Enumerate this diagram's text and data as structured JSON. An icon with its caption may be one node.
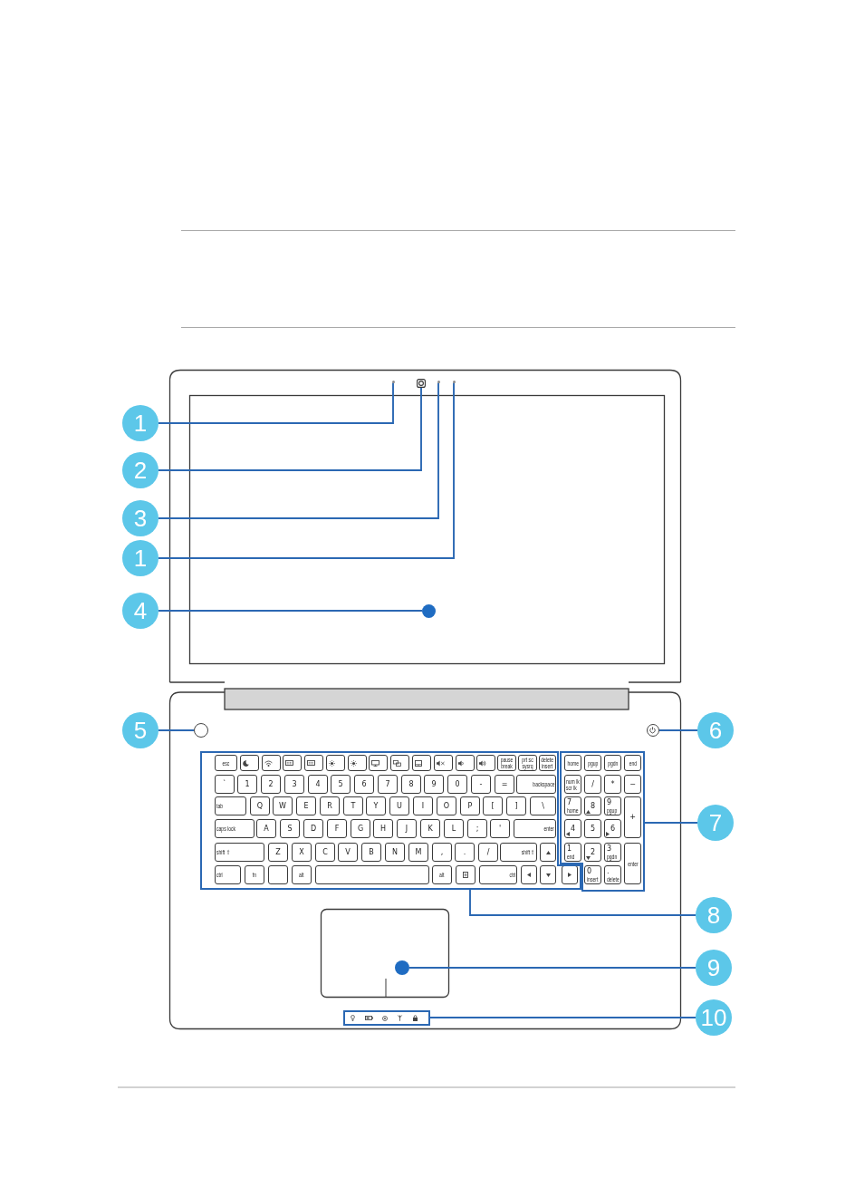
{
  "diagram": {
    "nodes": [
      {
        "text": [
          "1"
        ]
      },
      {
        "text": [],
        "shape": "circle"
      },
      {
        "text": [
          "2"
        ]
      },
      {
        "text": [],
        "shape": "box"
      },
      {
        "text": [
          "3"
        ]
      },
      {
        "text": [],
        "shape": "circle"
      },
      {
        "text": [
          "1"
        ]
      },
      {
        "text": [],
        "shape": "circle"
      },
      {
        "text": [
          "4"
        ]
      },
      {
        "text": [],
        "shape": "circle"
      },
      {
        "text": [
          "5"
        ]
      },
      {
        "text": [],
        "shape": "circle"
      },
      {
        "text": [
          "6"
        ]
      },
      {
        "text": [],
        "shape": "circle"
      },
      {
        "text": [
          "7"
        ]
      },
      {
        "text": [],
        "shape": "box"
      },
      {
        "text": [
          "8"
        ]
      },
      {
        "text": [],
        "shape": "box"
      },
      {
        "text": [
          "9"
        ]
      },
      {
        "text": [],
        "shape": "circle"
      },
      {
        "text": [
          "10"
        ]
      },
      {
        "text": [],
        "shape": "box"
      }
    ],
    "edges": [
      {
        "from": 0,
        "to": 1,
        "arrow": "none"
      },
      {
        "from": 2,
        "to": 3,
        "arrow": "none"
      },
      {
        "from": 4,
        "to": 5,
        "arrow": "none"
      },
      {
        "from": 6,
        "to": 7,
        "arrow": "none"
      },
      {
        "from": 8,
        "to": 9,
        "arrow": "none"
      },
      {
        "from": 10,
        "to": 11,
        "arrow": "none"
      },
      {
        "from": 12,
        "to": 13,
        "arrow": "none"
      },
      {
        "from": 14,
        "to": 15,
        "arrow": "none"
      },
      {
        "from": 16,
        "to": 17,
        "arrow": "none"
      },
      {
        "from": 18,
        "to": 19,
        "arrow": "none"
      },
      {
        "from": 20,
        "to": 21,
        "arrow": "none"
      }
    ],
    "labels": [
      "esc",
      "pause break",
      "prt sc sysrq",
      "delete insert",
      "home",
      "pgup",
      "pgdn",
      "end",
      "`",
      "1",
      "2",
      "3",
      "4",
      "5",
      "6",
      "7",
      "8",
      "9",
      "0",
      "-",
      "=",
      "backspace",
      "num lk scr lk",
      "/",
      "*",
      "−",
      "tab",
      "Q",
      "W",
      "E",
      "R",
      "T",
      "Y",
      "U",
      "I",
      "O",
      "P",
      "[",
      "]",
      "\\",
      "7",
      "home",
      "8",
      "9",
      "pgup",
      "+",
      "caps lock",
      "A",
      "S",
      "D",
      "F",
      "G",
      "H",
      "J",
      "K",
      "L",
      ";",
      "'",
      "enter",
      "4",
      "5",
      "6",
      "shift ⇧",
      "Z",
      "X",
      "C",
      "V",
      "B",
      "N",
      "M",
      ",",
      ".",
      "/",
      "shift ⇧",
      "1",
      "end",
      "2",
      "3",
      "pgdn",
      "enter",
      "ctrl",
      "fn",
      "alt",
      "alt",
      "ctrl",
      "0",
      "insert",
      ".",
      "delete"
    ]
  }
}
